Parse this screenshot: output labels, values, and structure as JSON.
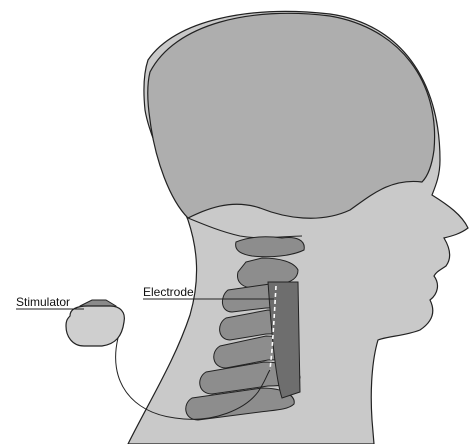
{
  "labels": {
    "stimulator": "Stimulator",
    "electrode": "Electrode"
  },
  "colors": {
    "skin": "#c9c9c9",
    "cranium": "#aeaeae",
    "bone": "#8d8d8d",
    "disc": "#6e6e6e",
    "outline": "#222222",
    "device": "#cfcfcf",
    "device_cap": "#8a8a8a",
    "background": "#ffffff"
  },
  "icons": {
    "figure": "head-neck-illustration",
    "device": "stimulator-icon"
  }
}
